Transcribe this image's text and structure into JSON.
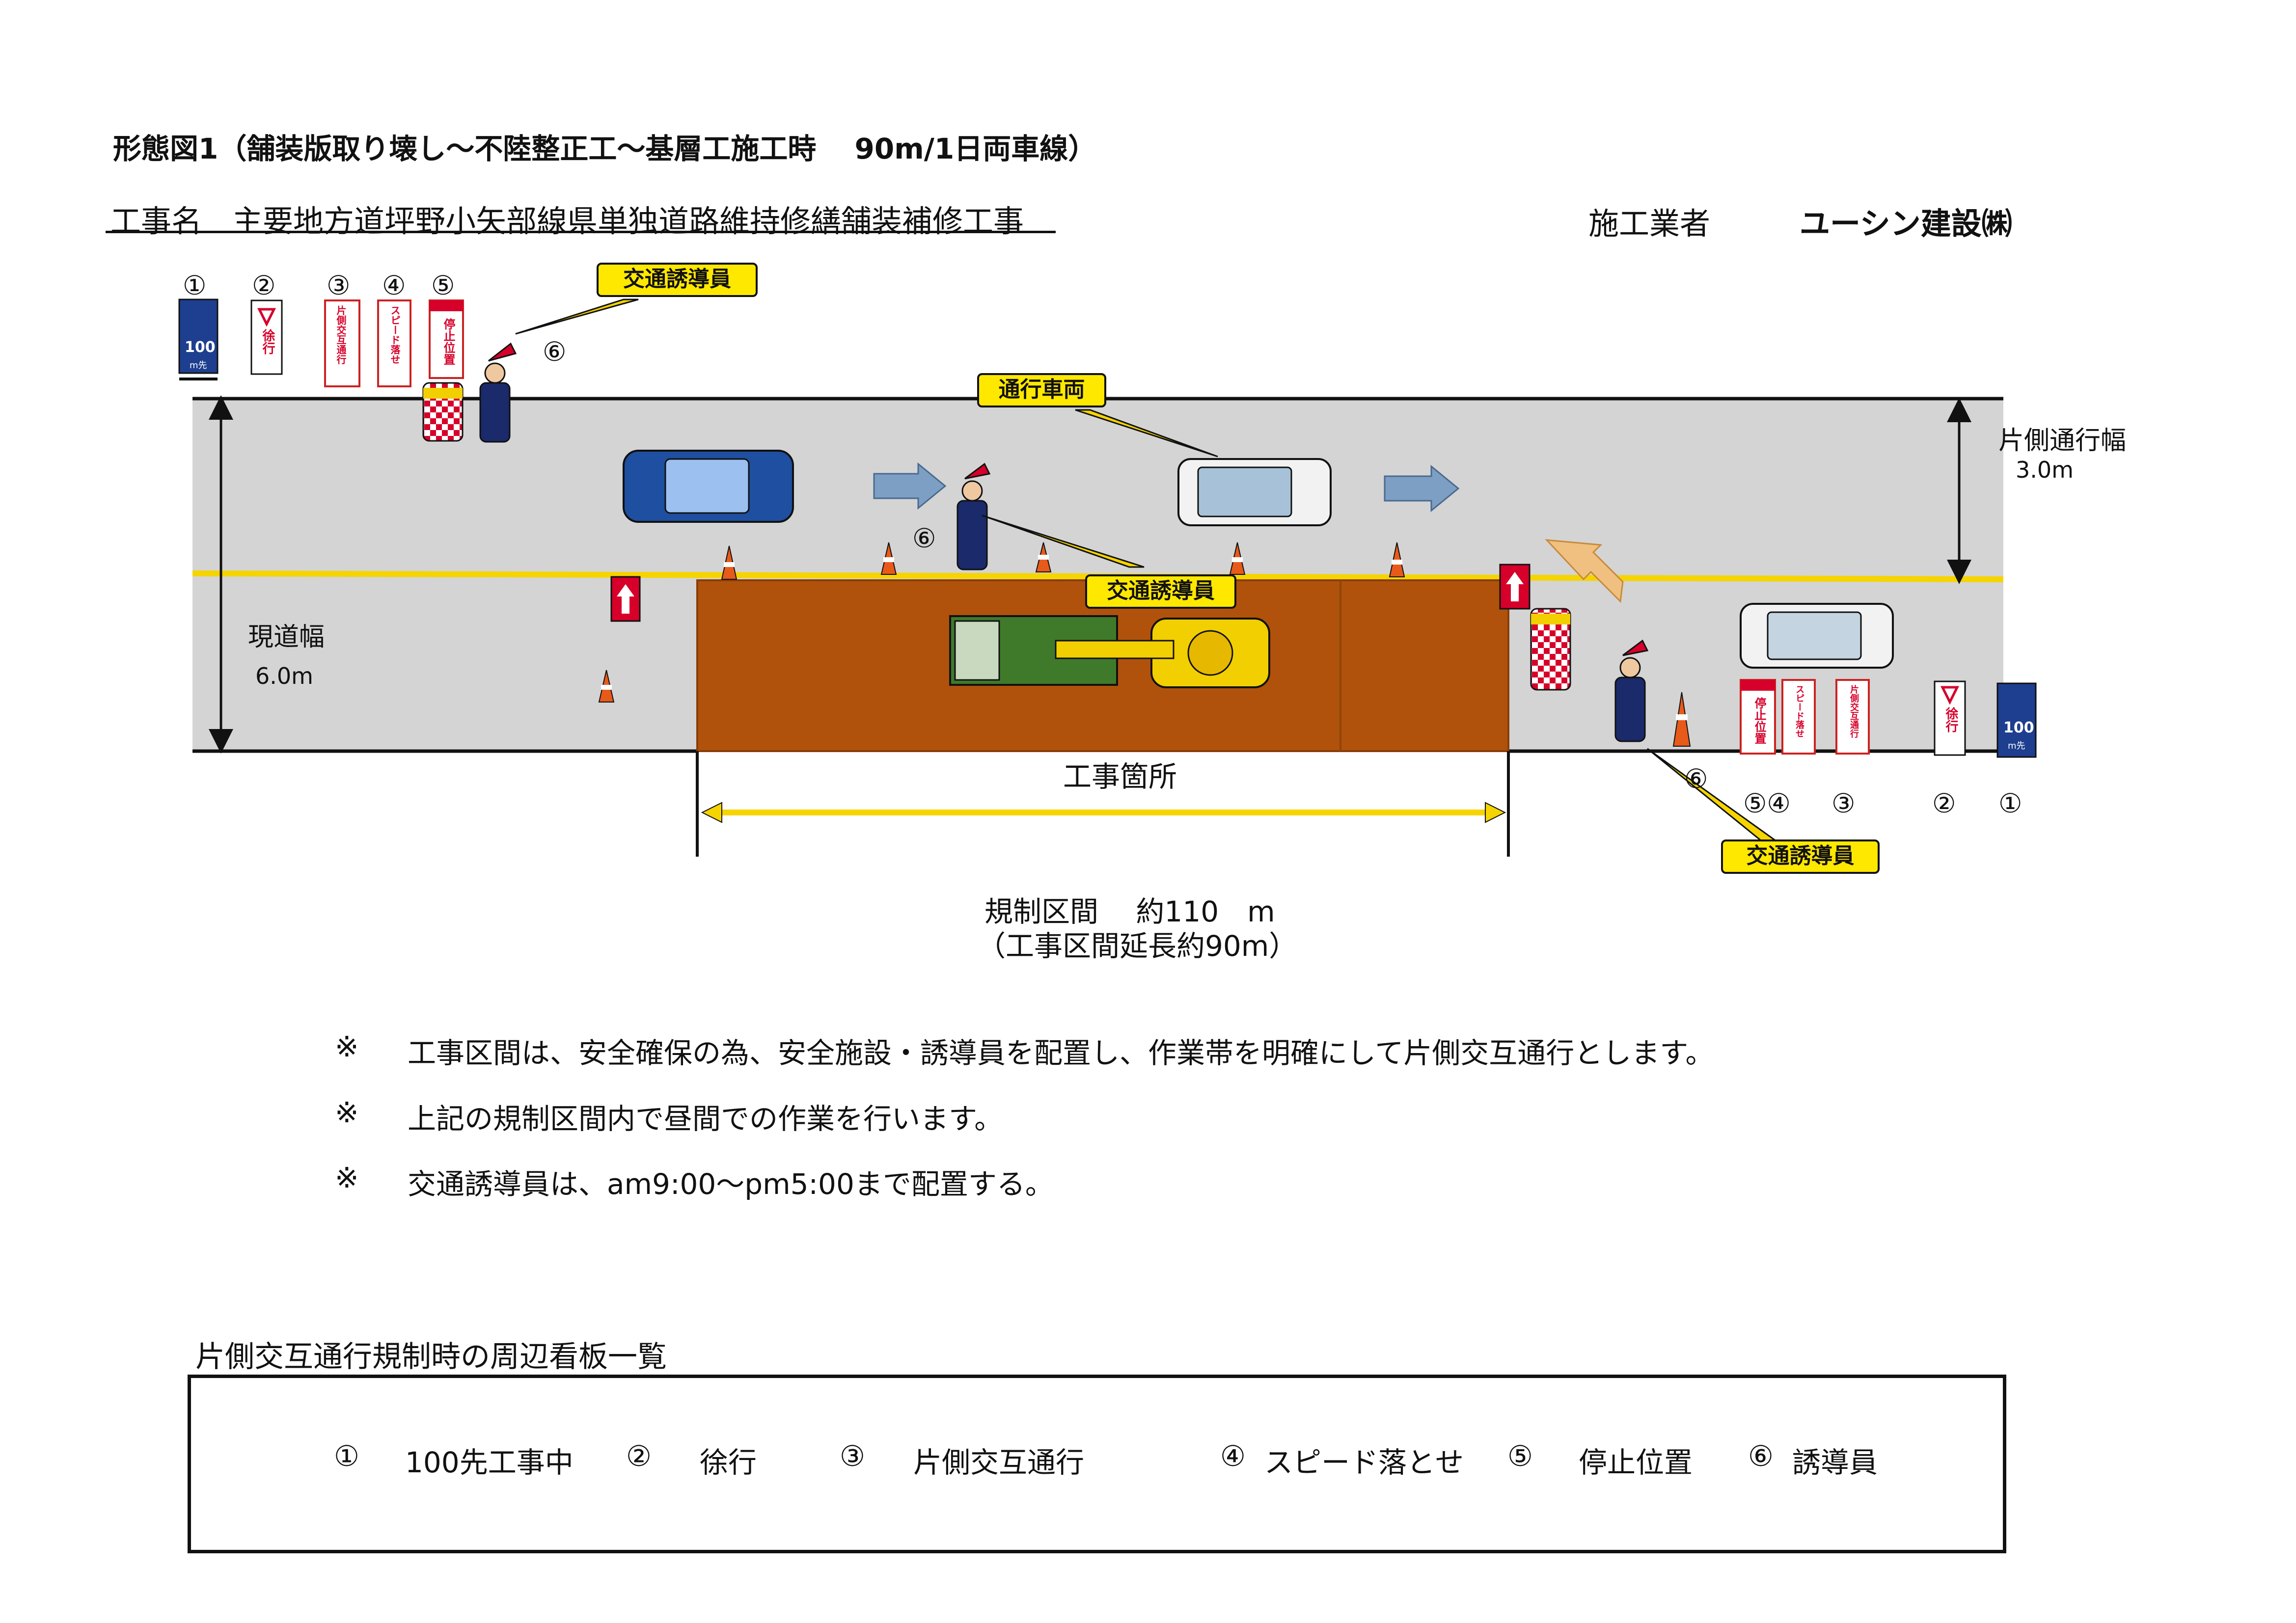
{
  "title": "形態図1（舗装版取り壊し～不陸整正工～基層工施工時　 90m/1日両車線）",
  "project": {
    "label": "工事名　主要地方道坪野小矢部線県単独道路維持修繕舗装補修工事",
    "contractor_label": "施工業者",
    "contractor_name": "ユーシン建設㈱"
  },
  "diagram": {
    "callouts": {
      "guard_top_left": "交通誘導員",
      "vehicle": "通行車両",
      "guard_center": "交通誘導員",
      "guard_right": "交通誘導員"
    },
    "labels": {
      "road_width": "現道幅",
      "road_width_value": "6.0m",
      "lane_width": "片側通行幅",
      "lane_width_value": "3.0m",
      "work_site": "工事箇所",
      "section": "規制区間　 約110　m",
      "section_sub": "（工事区間延長約90m）"
    },
    "signs": {
      "s1_top": "100",
      "s1_bottom": "m先",
      "s2": "徐行",
      "s3": "片側交互通行",
      "s4": "スピード落せ",
      "s5": "停止位置"
    },
    "sign_numbers_left": [
      "①",
      "②",
      "③",
      "④",
      "⑤"
    ],
    "sign_numbers_right": [
      "⑤④",
      "③",
      "②",
      "①"
    ],
    "guard_number": "⑥"
  },
  "notes": [
    "工事区間は、安全確保の為、安全施設・誘導員を配置し、作業帯を明確にして片側交互通行とします。",
    "上記の規制区間内で昼間での作業を行います。",
    "交通誘導員は、am9:00～pm5:00まで配置する。"
  ],
  "note_mark": "※",
  "legend": {
    "title": "片側交互通行規制時の周辺看板一覧",
    "items": [
      {
        "num": "①",
        "label": "100先工事中"
      },
      {
        "num": "②",
        "label": "徐行"
      },
      {
        "num": "③",
        "label": "片側交互通行"
      },
      {
        "num": "④",
        "label": "スピード落とせ"
      },
      {
        "num": "⑤",
        "label": "停止位置"
      },
      {
        "num": "⑥",
        "label": "誘導員"
      }
    ]
  }
}
